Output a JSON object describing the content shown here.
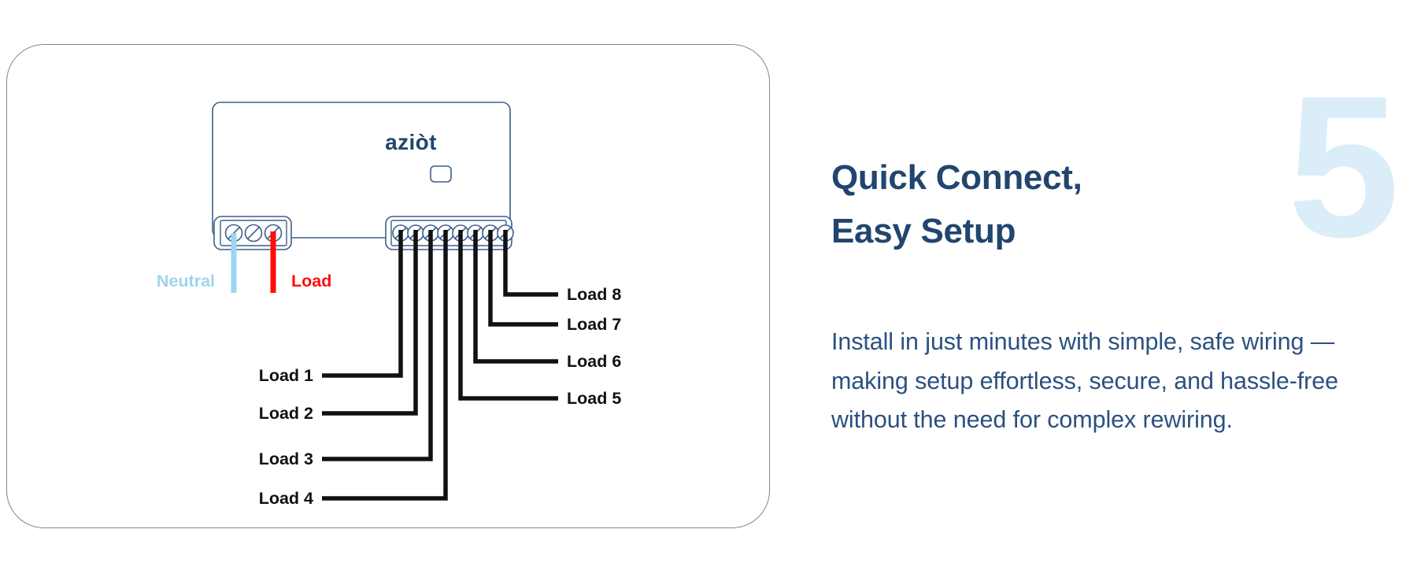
{
  "card": {
    "name": "wiring-diagram-card"
  },
  "device": {
    "brand_logo": "aziòt",
    "logo_color": "#21456f",
    "button_icon": "rounded-square-button",
    "left_terminal_count": 3,
    "right_terminal_count": 8
  },
  "wiring": {
    "neutral_label": "Neutral",
    "neutral_color": "#9ed4ef",
    "live_label": "Load",
    "live_color": "#ff0d0d",
    "load_labels_left": [
      "Load 1",
      "Load 2",
      "Load 3",
      "Load 4"
    ],
    "load_labels_right": [
      "Load 8",
      "Load 7",
      "Load 6",
      "Load 5"
    ],
    "wire_color": "#111111"
  },
  "content": {
    "step_number": "5",
    "step_number_color": "#daedf9",
    "headline_line_1": "Quick Connect,",
    "headline_line_2": "Easy Setup",
    "headline_color": "#21456f",
    "body": "Install in just minutes with simple, safe wiring — making setup effortless, secure, and hassle-free without the need for complex rewiring.",
    "body_color": "#2b5180"
  }
}
